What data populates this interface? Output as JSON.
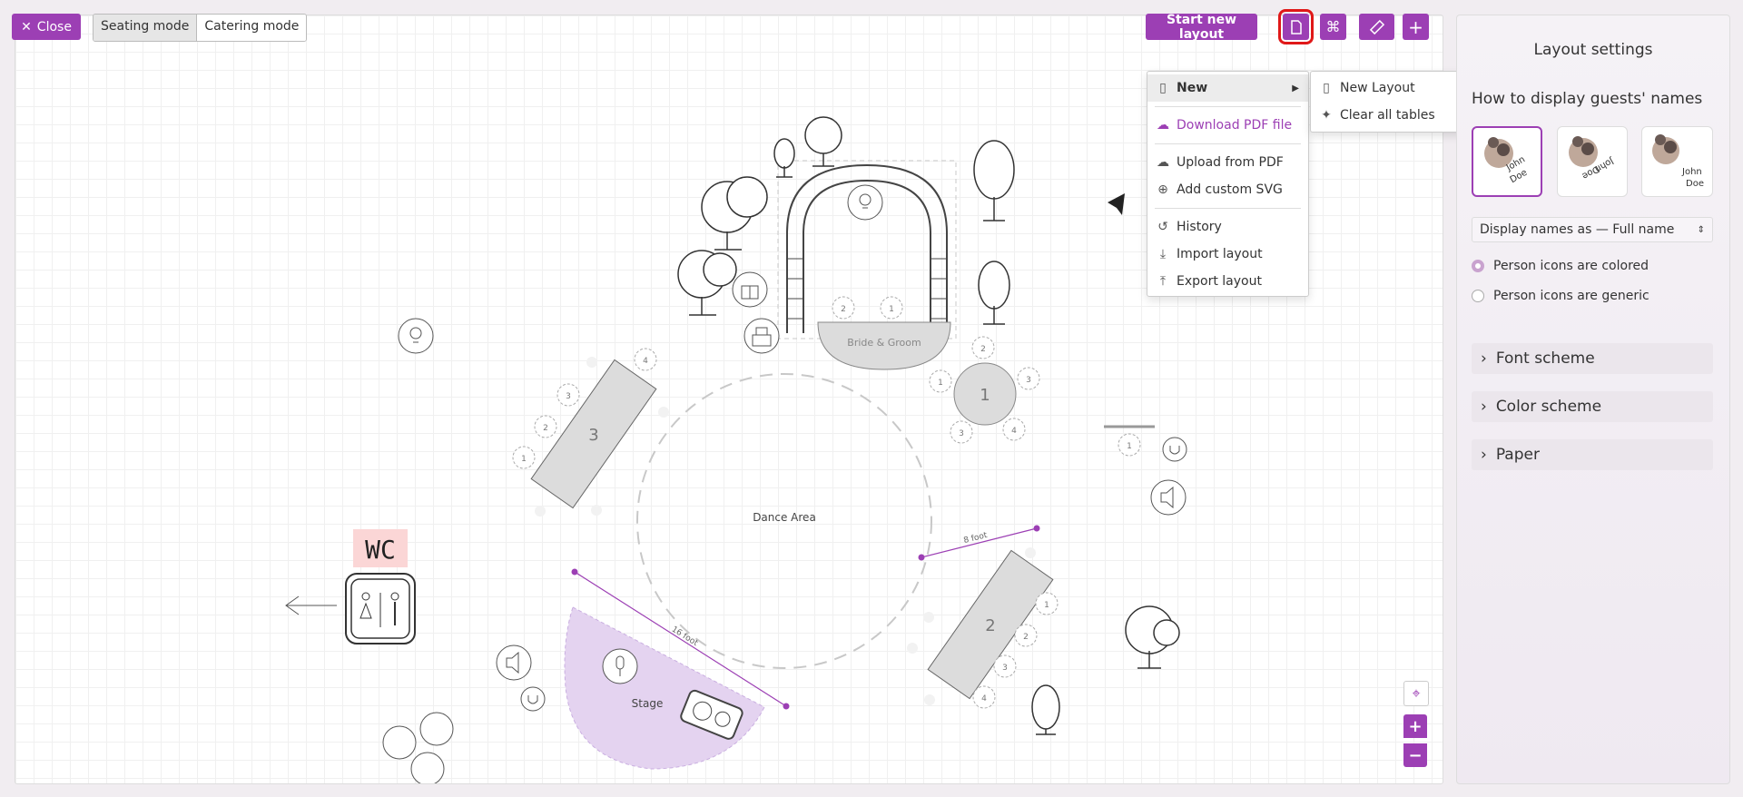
{
  "toolbar": {
    "close_label": "Close",
    "seating_mode": "Seating mode",
    "catering_mode": "Catering mode",
    "start_new_layout": "Start new layout"
  },
  "menu": {
    "new_label": "New",
    "download_pdf": "Download PDF file",
    "upload_pdf": "Upload from PDF",
    "add_custom_svg": "Add custom SVG",
    "history": "History",
    "import_layout": "Import layout",
    "export_layout": "Export layout"
  },
  "submenu": {
    "new_layout": "New Layout",
    "clear_all_tables": "Clear all tables"
  },
  "canvas": {
    "wc_label": "WC",
    "bride_groom": "Bride & Groom",
    "dance_area": "Dance Area",
    "stage": "Stage",
    "table3": "3",
    "table1": "1",
    "table2": "2",
    "measure_8ft": "8 foot",
    "measure_16ft": "16 foot",
    "seats": {
      "bg1": "2",
      "bg2": "1",
      "t1a": "2",
      "t1b": "1",
      "t1c": "3",
      "t1d": "3",
      "t1e": "4",
      "t3a": "4",
      "t3b": "3",
      "t3c": "2",
      "t3d": "1",
      "t2a": "1",
      "t2b": "2",
      "t2c": "3",
      "t2d": "4",
      "lone": "1"
    }
  },
  "panel": {
    "title": "Layout settings",
    "subtitle": "How to display guests' names",
    "card_name_1": "John",
    "card_name_2": "Doe",
    "display_select": "Display names as — Full name",
    "radio_colored": "Person icons are colored",
    "radio_generic": "Person icons are generic",
    "font_scheme": "Font scheme",
    "color_scheme": "Color scheme",
    "paper": "Paper"
  },
  "colors": {
    "accent": "#9c3fb4",
    "highlight": "#e01818",
    "stage_fill": "#e4d3f0"
  }
}
